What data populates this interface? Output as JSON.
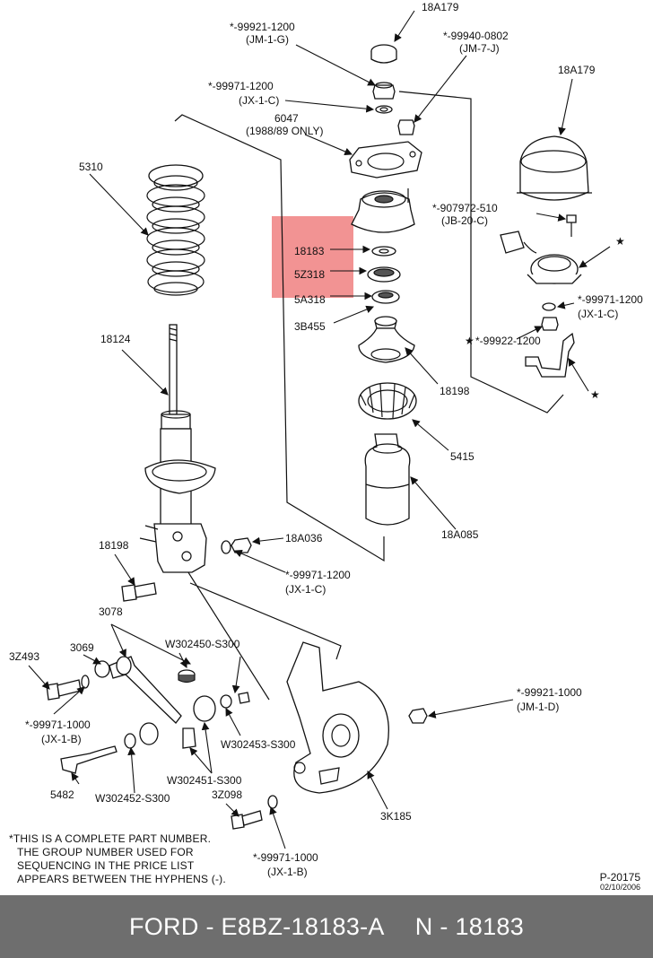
{
  "labels": {
    "cap_top": "18A179",
    "nut_99921": "*-99921-1200",
    "nut_99921_grp": "(JM-1-G)",
    "nut_99940": "*-99940-0802",
    "nut_99940_grp": "(JM-7-J)",
    "cover_right": "18A179",
    "washer_99971_top": "*-99971-1200",
    "washer_99971_top_grp": "(JX-1-C)",
    "plate_6047": "6047",
    "plate_6047_note": "(1988/89 ONLY)",
    "spring": "5310",
    "screw_907972": "*-907972-510",
    "screw_907972_grp": "(JB-20-C)",
    "part_18183": "18183",
    "part_5z318": "5Z318",
    "part_5a318": "5A318",
    "part_3b455": "3B455",
    "washer_99971_r": "*-99971-1200",
    "washer_99971_r_grp": "(JX-1-C)",
    "nut_99922": "*-99922-1200",
    "strut_rod": "18124",
    "seat_18198": "18198",
    "bumper_5415": "5415",
    "boot_18a085": "18A085",
    "bolt_18198": "18198",
    "nut_18a036": "18A036",
    "washer_99971_mid": "*-99971-1200",
    "washer_99971_mid_grp": "(JX-1-C)",
    "arm_3078": "3078",
    "bush_3069": "3069",
    "bolt_3z493": "3Z493",
    "bush_w302450": "W302450-S300",
    "washer_99971_l": "*-99971-1000",
    "washer_99971_l_grp": "(JX-1-B)",
    "nut_w302453": "W302453-S300",
    "nut_99921_r": "*-99921-1000",
    "nut_99921_r_grp": "(JM-1-D)",
    "bolt_5482": "5482",
    "washer_w302452": "W302452-S300",
    "bush_w302451": "W302451-S300",
    "bolt_3z098": "3Z098",
    "knuckle_3k185": "3K185",
    "washer_99971_b": "*-99971-1000",
    "washer_99971_b_grp": "(JX-1-B)"
  },
  "note": {
    "line1": "*THIS IS A COMPLETE PART NUMBER.",
    "line2": "THE GROUP NUMBER USED FOR",
    "line3": "SEQUENCING IN THE PRICE LIST",
    "line4": "APPEARS BETWEEN THE HYPHENS (-)."
  },
  "page_code": "P-20175",
  "page_date": "02/10/2006",
  "footer": {
    "brand_part": "FORD - E8BZ-18183-A",
    "number": "N - 18183"
  },
  "colors": {
    "highlight": "#f08080",
    "footer_bg": "#6e6e6e",
    "line": "#111111"
  }
}
